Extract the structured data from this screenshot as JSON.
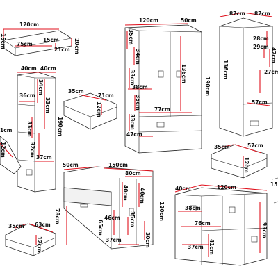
{
  "colors": {
    "dimension_line": "#e0101c",
    "outline": "#222222",
    "text": "#111111",
    "background": "#ffffff"
  },
  "shelf": {
    "width": "120cm",
    "depth": "15cm",
    "inner": "75cm",
    "inner_depth": "15cm",
    "height": "21cm",
    "height2": "20cm"
  },
  "bookcase": {
    "top_left": "40cm",
    "top_right": "40cm",
    "h1": "34cm",
    "h2": "33cm",
    "inner_w": "36cm",
    "h3": "33cm",
    "h4": "32cm",
    "h5": "37cm",
    "height": "190cm"
  },
  "left_drawer": {
    "a": "1cm",
    "b": "12cm"
  },
  "drawer_a": {
    "depth": "35cm",
    "width": "71cm",
    "height": "12cm"
  },
  "wardrobe": {
    "width": "120cm",
    "depth": "50cm",
    "top_shelf": "35cm",
    "shelf1": "34cm",
    "shelf2": "33cm",
    "inner1": "38cm",
    "inner2": "35cm",
    "hang": "136cm",
    "height": "190cm",
    "shelf3": "77cm",
    "shelf4": "33cm",
    "drawer_w": "47cm"
  },
  "corner": {
    "w1": "87cm",
    "w2": "87cm",
    "top": "28cm",
    "top2": "29cm",
    "side": "42cm",
    "h": "136cm",
    "mid": "27cm",
    "low": "57cm"
  },
  "drawer_b": {
    "depth": "35cm",
    "width": "57cm",
    "height": "12cm"
  },
  "desk": {
    "depth": "50cm",
    "width": "150cm",
    "inner": "80cm",
    "h1": "40cm",
    "h2": "40cm",
    "height": "120cm",
    "leg": "78cm",
    "cab_h": "65cm",
    "shelf": "46cm",
    "shelf2": "35cm",
    "bottom": "37cm",
    "right": "30cm"
  },
  "drawer_c": {
    "depth": "35cm",
    "width": "63cm",
    "height": "12cm"
  },
  "dresser": {
    "depth": "40cm",
    "width": "120cm",
    "top": "38cm",
    "mid": "76cm",
    "side": "93cm",
    "bottom": "37cm",
    "low": "41cm"
  },
  "edge_right": {
    "a": "15"
  }
}
